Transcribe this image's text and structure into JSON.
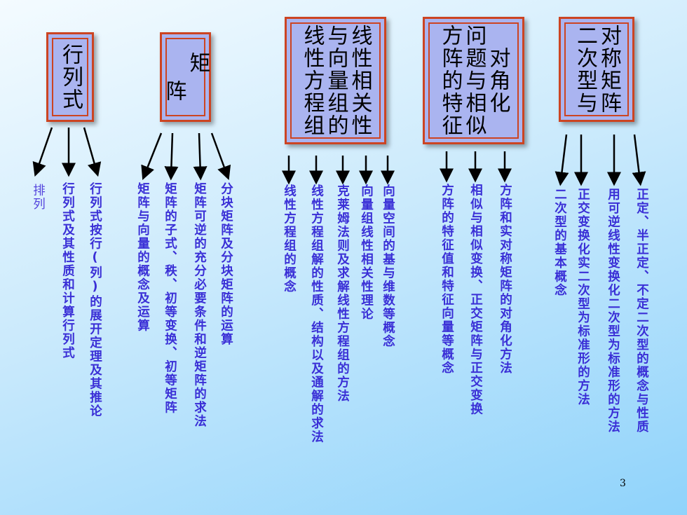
{
  "boxes": [
    {
      "title_cols": [
        "行列式"
      ]
    },
    {
      "title_cols": [
        "矩",
        "阵"
      ]
    },
    {
      "title_cols": [
        "线性相关性",
        "与向量组的",
        "线性方程组"
      ]
    },
    {
      "title_cols": [
        "对角化",
        "问题与相似",
        "方阵的特征"
      ]
    },
    {
      "title_cols": [
        "对称矩阵",
        "二次型与"
      ]
    }
  ],
  "items": [
    "排列",
    "行列式及其性质和计算行列式",
    "行列式按行(列)的展开定理及其推论",
    "矩阵与向量的概念及运算",
    "矩阵的子式、秩、初等变换、初等矩阵",
    "矩阵可逆的充分必要条件和逆矩阵的求法",
    "分块矩阵及分块矩阵的运算",
    "线性方程组的概念",
    "线性方程组解的性质、结构以及通解的求法",
    "克莱姆法则及求解线性方程组的方法",
    "向量组线性相关性理论",
    "向量空间的基与维数等概念",
    "方阵的特征值和特征向量等概念",
    "相似与相似变换、正交矩阵与正交变换",
    "方阵和实对称矩阵的对角化方法",
    "二次型的基本概念",
    "正交变换化实二次型为标准形的方法",
    "用可逆线性变换化二次型为标准形的方法",
    "正定、半正定、不定二次型的概念与性质"
  ],
  "page_number": "3",
  "colors": {
    "item_text": "#3a2fd6",
    "box_border": "#cc4422",
    "box_fill": "#aab4f0"
  }
}
